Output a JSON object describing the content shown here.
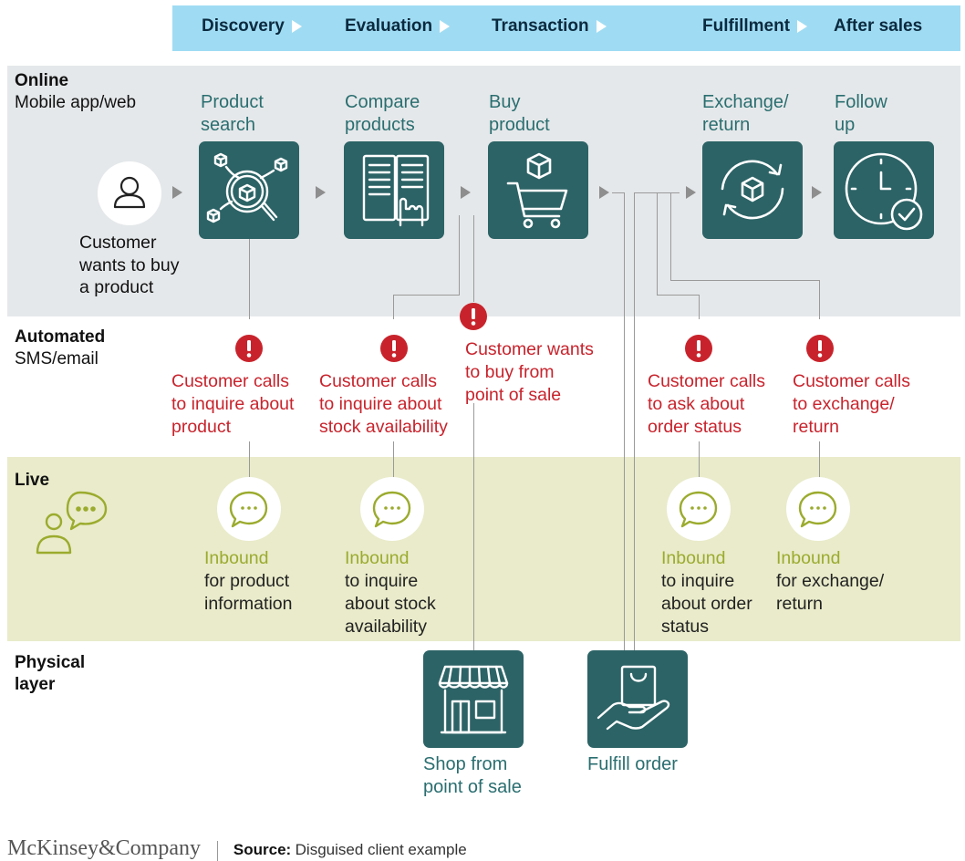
{
  "phases": [
    "Discovery",
    "Evaluation",
    "Transaction",
    "Fulfillment",
    "After sales"
  ],
  "lanes": {
    "online": {
      "title": "Online",
      "sub": "Mobile app/web"
    },
    "automated": {
      "title": "Automated",
      "sub": "SMS/email"
    },
    "live": {
      "title": "Live"
    },
    "physical": {
      "title": "Physical",
      "title2": "layer"
    }
  },
  "customer": {
    "line1": "Customer",
    "line2": "wants to buy",
    "line3": "a product"
  },
  "steps": [
    {
      "l1": "Product",
      "l2": "search",
      "icon": "product-search-icon"
    },
    {
      "l1": "Compare",
      "l2": "products",
      "icon": "compare-products-icon"
    },
    {
      "l1": "Buy",
      "l2": "product",
      "icon": "shopping-cart-icon"
    },
    {
      "l1": "Exchange/",
      "l2": "return",
      "icon": "exchange-return-icon"
    },
    {
      "l1": "Follow",
      "l2": "up",
      "icon": "clock-check-icon"
    }
  ],
  "alerts": [
    {
      "l1": "Customer calls",
      "l2": "to inquire about",
      "l3": "product"
    },
    {
      "l1": "Customer calls",
      "l2": "to inquire about",
      "l3": "stock availability"
    },
    {
      "l1": "Customer wants",
      "l2": "to buy from",
      "l3": "point of sale"
    },
    {
      "l1": "Customer calls",
      "l2": "to ask about",
      "l3": "order status"
    },
    {
      "l1": "Customer calls",
      "l2": "to exchange/",
      "l3": "return"
    }
  ],
  "inbound": [
    {
      "head": "Inbound",
      "l1": "for product",
      "l2": "information",
      "l3": ""
    },
    {
      "head": "Inbound",
      "l1": "to inquire",
      "l2": "about stock",
      "l3": "availability"
    },
    {
      "head": "Inbound",
      "l1": "to inquire",
      "l2": "about order",
      "l3": "status"
    },
    {
      "head": "Inbound",
      "l1": "for exchange/",
      "l2": "return",
      "l3": ""
    }
  ],
  "physical": [
    {
      "l1": "Shop from",
      "l2": "point of sale",
      "icon": "storefront-icon"
    },
    {
      "l1": "Fulfill order",
      "l2": "",
      "icon": "hand-bag-icon"
    }
  ],
  "footer": {
    "logo": "McKinsey&Company",
    "source_label": "Source:",
    "source_text": "Disguised client example"
  },
  "colors": {
    "phase_bar": "#9fdcf3",
    "online_band": "#e5e8ea",
    "live_band": "#e9ebca",
    "box": "#2c6366",
    "alert": "#c8232c",
    "inbound": "#9bab2e"
  }
}
